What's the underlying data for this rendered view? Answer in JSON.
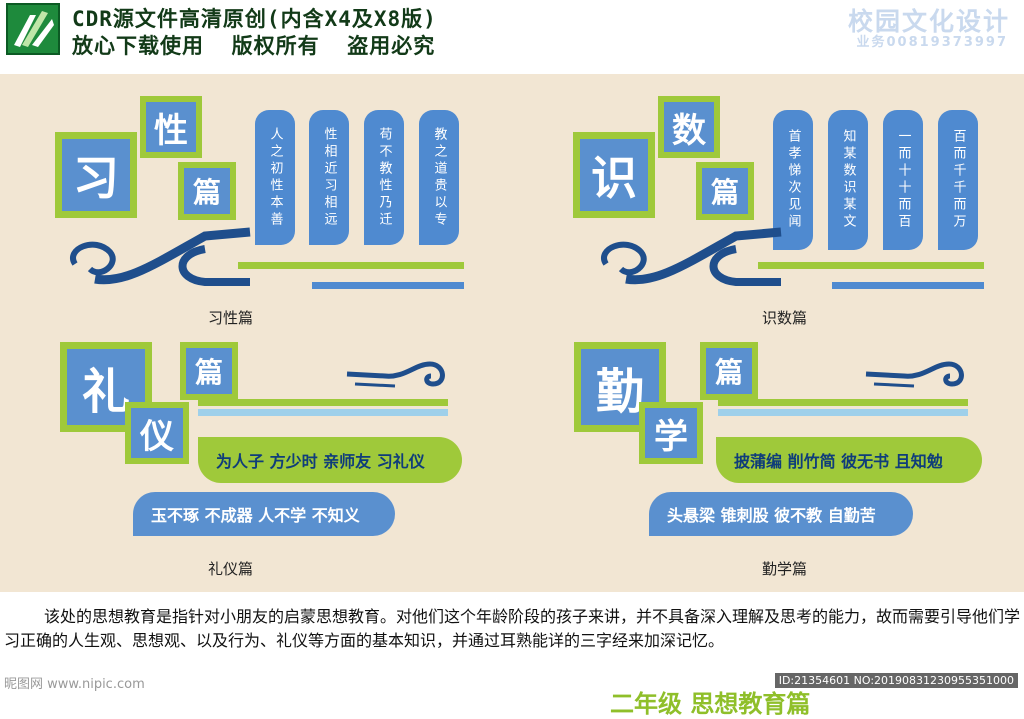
{
  "header": {
    "line1": "CDR源文件高清原创(内含X4及X8版)",
    "line2": "放心下载使用  版权所有  盗用必究",
    "brand": "校园文化设计",
    "phone": "业务00819373997"
  },
  "panels": [
    {
      "caption": "习性篇",
      "big_char": "习",
      "top_char": "性",
      "pian_char": "篇",
      "columns": [
        "人之初性本善",
        "性相近习相远",
        "苟不教性乃迁",
        "教之道贵以专"
      ]
    },
    {
      "caption": "识数篇",
      "big_char": "识",
      "top_char": "数",
      "pian_char": "篇",
      "columns": [
        "首孝悌次见闻",
        "知某数识某文",
        "一而十十而百",
        "百而千千而万"
      ]
    },
    {
      "caption": "礼仪篇",
      "char1": "礼",
      "char2": "仪",
      "pian_char": "篇",
      "line1": "为人子 方少时 亲师友 习礼仪",
      "line2": "玉不琢 不成器 人不学 不知义"
    },
    {
      "caption": "勤学篇",
      "char1": "勤",
      "char2": "学",
      "pian_char": "篇",
      "line1": "披蒲编 削竹简 彼无书 且知勉",
      "line2": "头悬梁 锥刺股 彼不教 自勤苦"
    }
  ],
  "description": "该处的思想教育是指针对小朋友的启蒙思想教育。对他们这个年龄阶段的孩子来讲，并不具备深入理解及思考的能力，故而需要引导他们学习正确的人生观、思想观、以及行为、礼仪等方面的基本知识，并通过耳熟能详的三字经来加深记忆。",
  "watermark": "昵图网 www.nipic.com",
  "image_id": "ID:21354601 NO:20190831230955351000",
  "bottom_title": "二年级 思想教育篇",
  "colors": {
    "blue": "#5a90cf",
    "green": "#9fc93a",
    "navy": "#1f4e8c",
    "light_blue": "#c9e3f3",
    "beige": "#f2e6d3"
  }
}
